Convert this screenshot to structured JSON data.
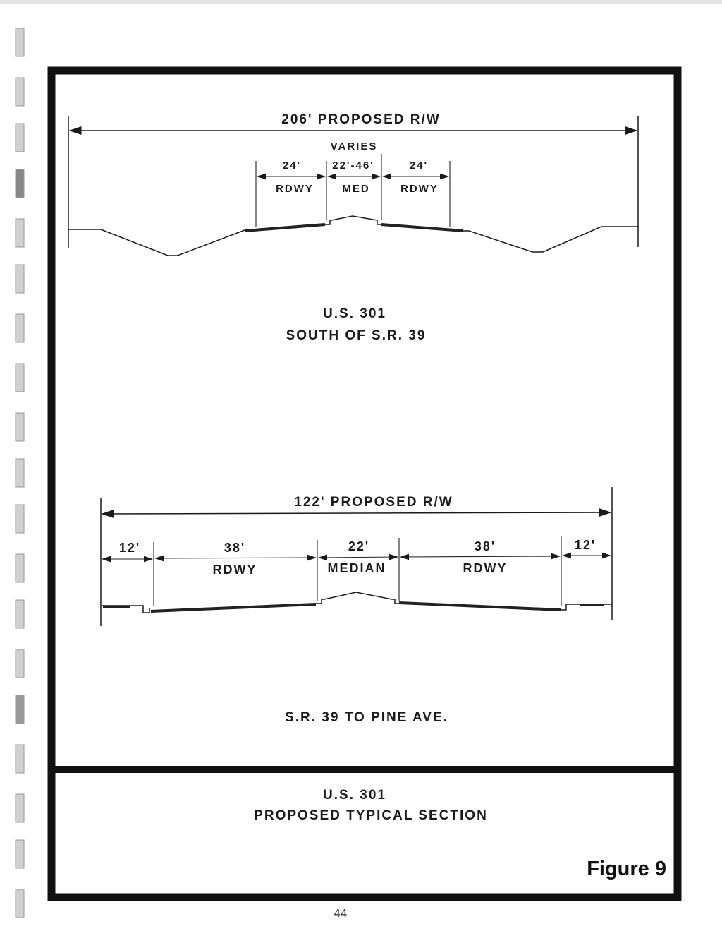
{
  "top_section": {
    "row_label": "206' PROPOSED R/W",
    "varies_label": "VARIES",
    "dim_left": "24'",
    "dim_median": "22'-46'",
    "dim_right": "24'",
    "label_left": "RDWY",
    "label_median": "MED",
    "label_right": "RDWY",
    "caption_line1": "U.S. 301",
    "caption_line2": "SOUTH OF S.R. 39"
  },
  "bottom_section": {
    "row_label": "122' PROPOSED R/W",
    "dim_shoulder_left": "12'",
    "dim_left": "38'",
    "dim_median": "22'",
    "dim_right": "38'",
    "dim_shoulder_right": "12'",
    "label_left": "RDWY",
    "label_median": "MEDIAN",
    "label_right": "RDWY",
    "caption": "S.R. 39 TO PINE AVE."
  },
  "title_block": {
    "line1": "U.S. 301",
    "line2": "PROPOSED TYPICAL SECTION",
    "figure_label": "Figure 9"
  },
  "page_number": "44"
}
